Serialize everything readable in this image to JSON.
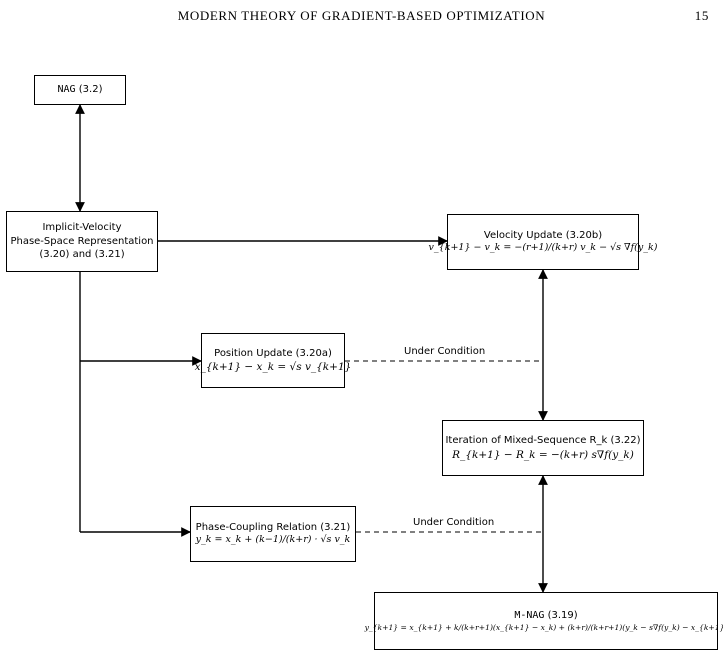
{
  "header": {
    "running_title": "MODERN THEORY OF GRADIENT-BASED OPTIMIZATION",
    "page_number": "15"
  },
  "nodes": {
    "nag": {
      "name": "NAG",
      "ref": "(3.2)"
    },
    "implicit": {
      "line1": "Implicit-Velocity",
      "line2": "Phase-Space Representation",
      "line3": "(3.20) and (3.21)"
    },
    "velocity": {
      "title": "Velocity Update (3.20b)",
      "equation": "v_{k+1} − v_k = −(r+1)/(k+r) v_k − √s ∇f(y_k)"
    },
    "position": {
      "title": "Position Update (3.20a)",
      "equation": "x_{k+1} − x_k = √s v_{k+1}"
    },
    "mixed": {
      "title": "Iteration of Mixed-Sequence R_k (3.22)",
      "equation": "R_{k+1} − R_k = −(k+r) s∇f(y_k)"
    },
    "phase": {
      "title": "Phase-Coupling Relation (3.21)",
      "equation": "y_k = x_k + (k−1)/(k+r) · √s v_k"
    },
    "mnag": {
      "name": "M-NAG",
      "ref": "(3.19)",
      "equation": "y_{k+1} = x_{k+1} + k/(k+r+1)(x_{k+1} − x_k) + (k+r)/(k+r+1)(y_k − s∇f(y_k) − x_{k+1})"
    }
  },
  "edge_labels": {
    "condition_top": "Under Condition",
    "condition_bottom": "Under Condition"
  }
}
